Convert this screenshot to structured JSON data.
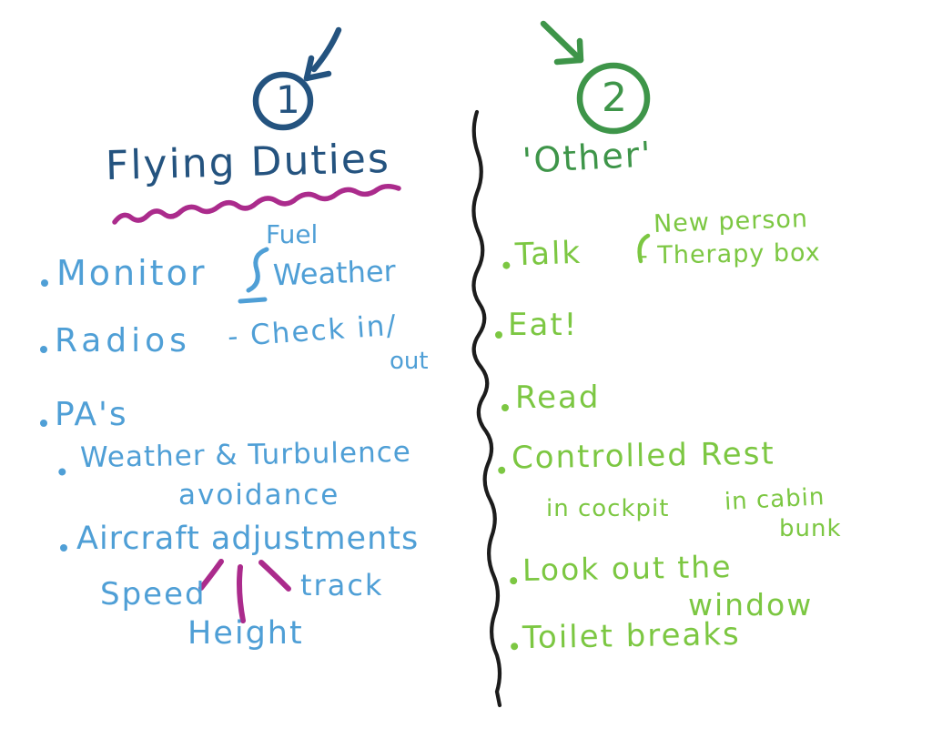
{
  "note": {
    "left": {
      "badge": "1",
      "title": "Flying Duties",
      "items": {
        "monitor": "Monitor",
        "monitor_fuel": "Fuel",
        "monitor_weather": "Weather",
        "radios": "Radios",
        "radios_check": "- Check in/",
        "radios_out": "out",
        "pas": "PA's",
        "weather_turbulence": "Weather & Turbulence",
        "avoidance": "avoidance",
        "aircraft_adjustments": "Aircraft adjustments",
        "speed": "Speed",
        "track": "track",
        "height": "Height"
      }
    },
    "right": {
      "badge": "2",
      "title": "'Other'",
      "items": {
        "talk": "Talk",
        "talk_new_person": "New person",
        "talk_therapy_box": "- Therapy box",
        "eat": "Eat!",
        "read": "Read",
        "controlled_rest": "Controlled Rest",
        "in_cockpit": "in cockpit",
        "in_cabin": "in cabin",
        "bunk": "bunk",
        "look_out_the": "Look out the",
        "window": "window",
        "toilet_breaks": "Toilet breaks"
      }
    },
    "colors": {
      "heading_blue": "#24537f",
      "item_blue": "#4f9fd6",
      "underline_magenta": "#ab2b8c",
      "heading_green": "#3e9549",
      "item_green": "#7cc742",
      "divider_black": "#1c1c1c"
    }
  }
}
